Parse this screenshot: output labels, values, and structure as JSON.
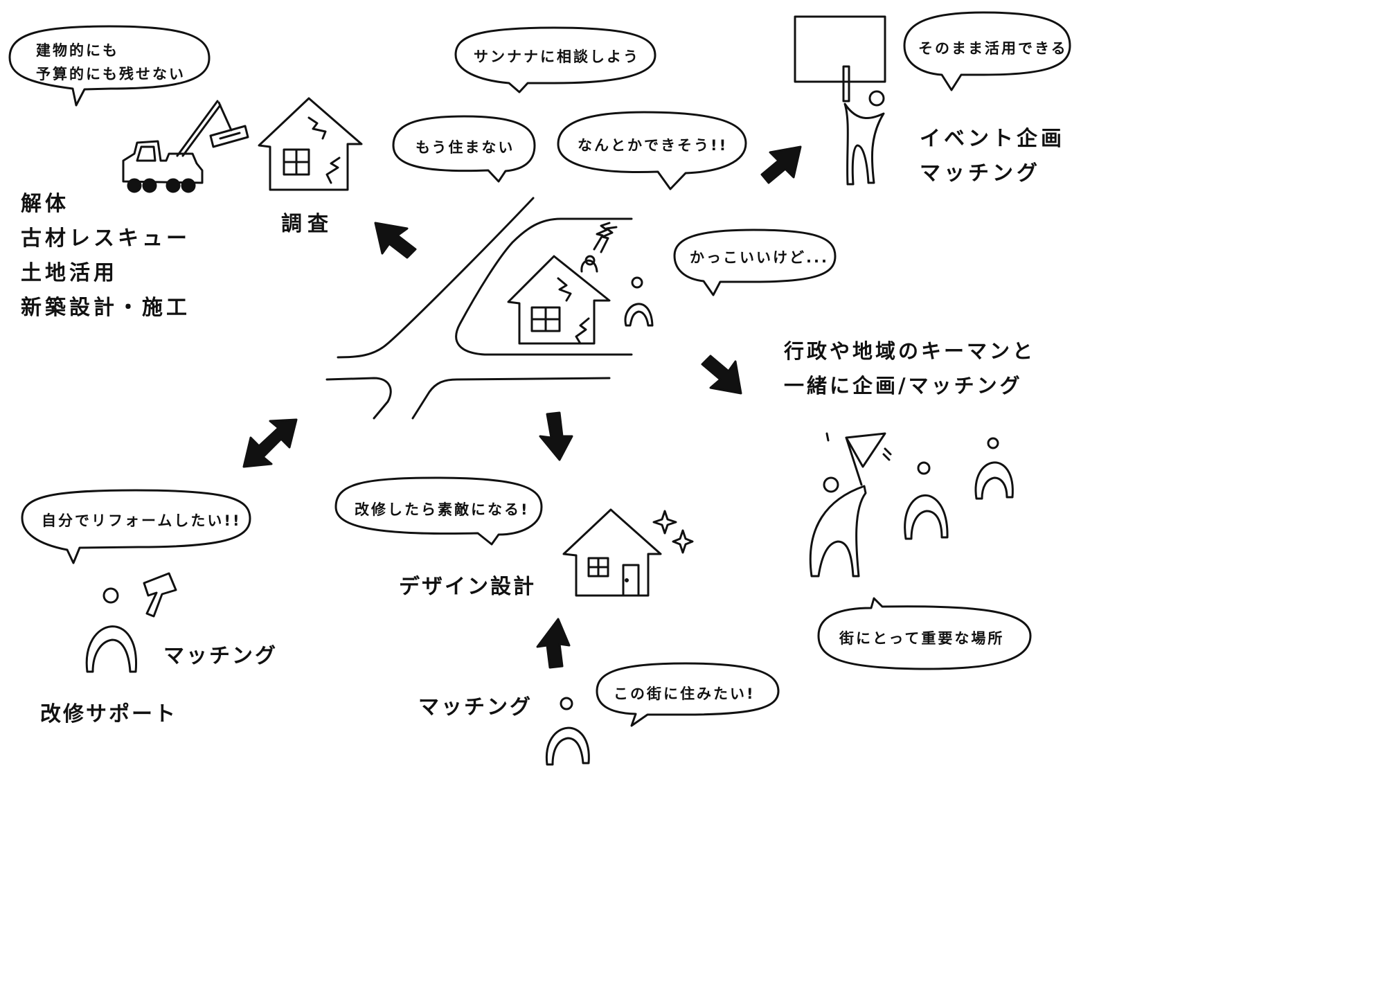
{
  "bubbles": {
    "demolish": [
      "建物的にも",
      "予算的にも残せない"
    ],
    "consult": "サンナナに相談しよう",
    "no_live": "もう住まない",
    "manage": "なんとかできそう!!",
    "use_as_is": "そのまま活用できる",
    "cool": "かっこいいけど...",
    "diy": "自分でリフォームしたい!!",
    "renovate": "改修したら素敵になる!",
    "important": "街にとって重要な場所",
    "live_here": "この街に住みたい!"
  },
  "labels": {
    "demolition": [
      "解体",
      "古材レスキュー",
      "土地活用",
      "新築設計・施工"
    ],
    "survey": "調査",
    "event": [
      "イベント企画",
      "マッチング"
    ],
    "government": [
      "行政や地域のキーマンと",
      "一緒に企画/マッチング"
    ],
    "design": "デザイン設計",
    "matching_support": "マッチング",
    "renovation_support": "改修サポート",
    "matching_bottom": "マッチング"
  },
  "colors": {
    "ink": "#111111",
    "paper": "#ffffff"
  }
}
